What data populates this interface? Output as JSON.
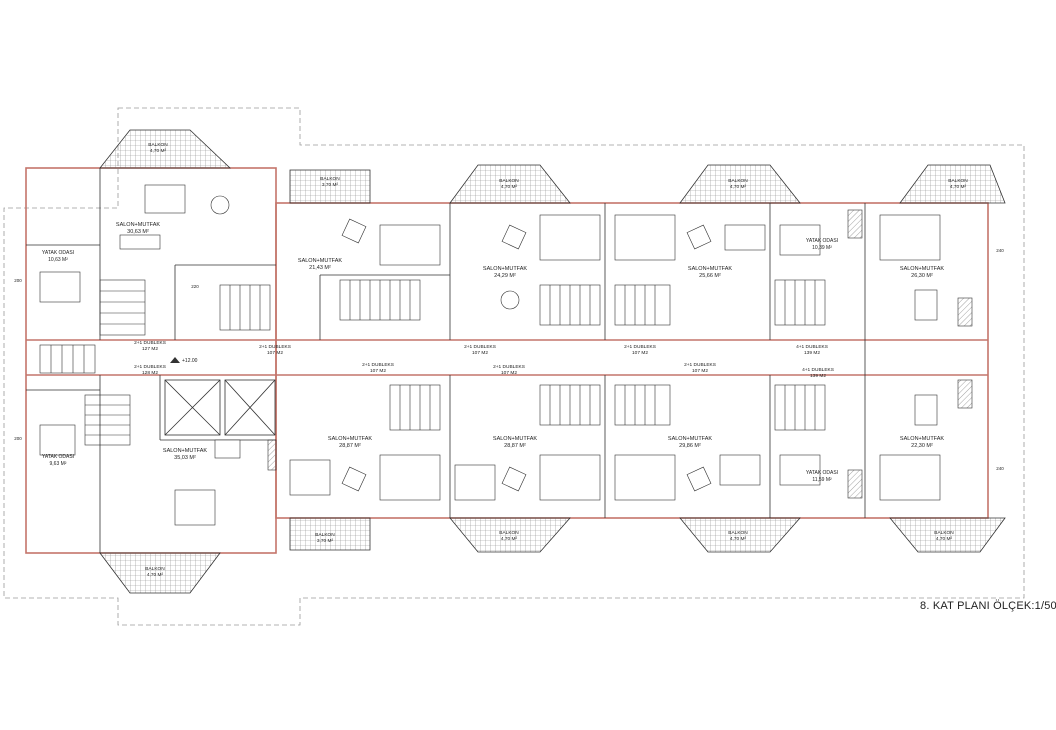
{
  "title": "8. KAT PLANI ÖLÇEK:1/50",
  "colors": {
    "wall": "#c4756b",
    "line": "#333333",
    "hatch": "#9a9a9a",
    "dash": "#999999"
  },
  "units": {
    "top": [
      {
        "type": "SALON+MUTFAK",
        "area": "30,63 M²"
      },
      {
        "type": "SALON+MUTFAK",
        "area": "21,43 M²"
      },
      {
        "type": "SALON+MUTFAK",
        "area": "24,29 M²"
      },
      {
        "type": "SALON+MUTFAK",
        "area": "25,66 M²"
      },
      {
        "type": "SALON+MUTFAK",
        "area": "26,30 M²"
      }
    ],
    "bottom": [
      {
        "type": "SALON+MUTFAK",
        "area": "35,03 M²"
      },
      {
        "type": "SALON+MUTFAK",
        "area": "28,87 M²"
      },
      {
        "type": "SALON+MUTFAK",
        "area": "28,87 M²"
      },
      {
        "type": "SALON+MUTFAK",
        "area": "29,86 M²"
      },
      {
        "type": "SALON+MUTFAK",
        "area": "22,30 M²"
      }
    ]
  },
  "bedrooms": [
    {
      "label": "YATAK ODASI",
      "area": "10,63 M²"
    },
    {
      "label": "YATAK ODASI",
      "area": "9,63 M²"
    },
    {
      "label": "YATAK ODASI",
      "area": "10,39 M²"
    },
    {
      "label": "YATAK ODASI",
      "area": "11,59 M²"
    }
  ],
  "balconies": {
    "top": [
      {
        "label": "BALKON",
        "area": "4,70 M²"
      },
      {
        "label": "BALKON",
        "area": "3,70 M²"
      },
      {
        "label": "BALKON",
        "area": "4,70 M²"
      },
      {
        "label": "BALKON",
        "area": "4,70 M²"
      },
      {
        "label": "BALKON",
        "area": "4,70 M²"
      }
    ],
    "bottom": [
      {
        "label": "BALKON",
        "area": "4,70 M²"
      },
      {
        "label": "BALKON",
        "area": "3,70 M²"
      },
      {
        "label": "BALKON",
        "area": "4,70 M²"
      },
      {
        "label": "BALKON",
        "area": "4,70 M²"
      },
      {
        "label": "BALKON",
        "area": "4,70 M²"
      }
    ]
  },
  "duplex": {
    "top": [
      {
        "type": "2+1 DUBLEKS",
        "size": "127 M2"
      },
      {
        "type": "2+1 DUBLEKS",
        "size": "107 M2"
      },
      {
        "type": "2+1 DUBLEKS",
        "size": "107 M2"
      },
      {
        "type": "2+1 DUBLEKS",
        "size": "107 M2"
      },
      {
        "type": "4+1 DUBLEKS",
        "size": "139 M2"
      }
    ],
    "bottom": [
      {
        "type": "2+1 DUBLEKS",
        "size": "128 M2"
      },
      {
        "type": "2+1 DUBLEKS",
        "size": "107 M2"
      },
      {
        "type": "2+1 DUBLEKS",
        "size": "107 M2"
      },
      {
        "type": "2+1 DUBLEKS",
        "size": "107 M2"
      },
      {
        "type": "4+1 DUBLEKS",
        "size": "139 M2"
      }
    ]
  },
  "elevation": "+12.00",
  "dims": {
    "d1": "200",
    "d2": "220",
    "d3": "240"
  }
}
